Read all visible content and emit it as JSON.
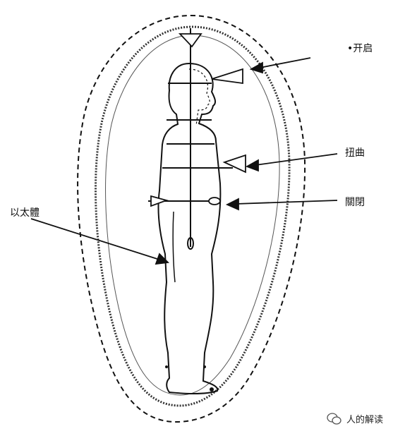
{
  "labels": {
    "open": "•开启",
    "twist": "扭曲",
    "close": "關閉",
    "etheric": "以太體"
  },
  "watermark": {
    "text": "人的解读",
    "icon": "wechat-icon"
  },
  "colors": {
    "ink": "#111111",
    "background": "#ffffff"
  }
}
